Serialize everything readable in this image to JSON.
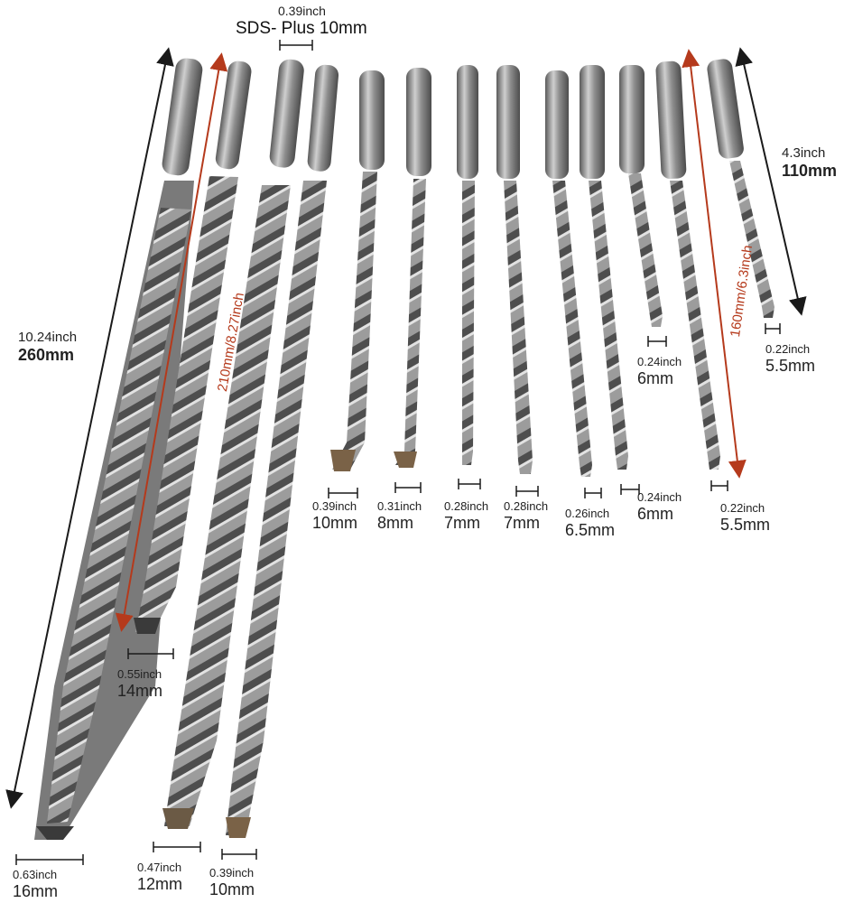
{
  "header": {
    "inch": "0.39inch",
    "title": "SDS- Plus 10mm"
  },
  "overall": {
    "inch": "10.24inch",
    "mm": "260mm"
  },
  "mid_length": "210mm/8.27inch",
  "short_length": "160mm/6.3inch",
  "shortest": {
    "inch": "4.3inch",
    "mm": "110mm"
  },
  "bits": [
    {
      "inch": "0.63inch",
      "mm": "16mm"
    },
    {
      "inch": "0.55inch",
      "mm": "14mm"
    },
    {
      "inch": "0.47inch",
      "mm": "12mm"
    },
    {
      "inch": "0.39inch",
      "mm": "10mm"
    },
    {
      "inch": "0.39inch",
      "mm": "10mm"
    },
    {
      "inch": "0.31inch",
      "mm": "8mm"
    },
    {
      "inch": "0.28inch",
      "mm": "7mm"
    },
    {
      "inch": "0.28inch",
      "mm": "7mm"
    },
    {
      "inch": "0.26inch",
      "mm": "6.5mm"
    },
    {
      "inch": "0.24inch",
      "mm": "6mm"
    },
    {
      "inch": "0.24inch",
      "mm": "6mm"
    },
    {
      "inch": "0.22inch",
      "mm": "5.5mm"
    },
    {
      "inch": "0.22inch",
      "mm": "5.5mm"
    }
  ],
  "colors": {
    "steel": "#9a9a9a",
    "steel_dark": "#5f5f5f",
    "arrow_black": "#1a1a1a",
    "arrow_red": "#b53a1c"
  }
}
